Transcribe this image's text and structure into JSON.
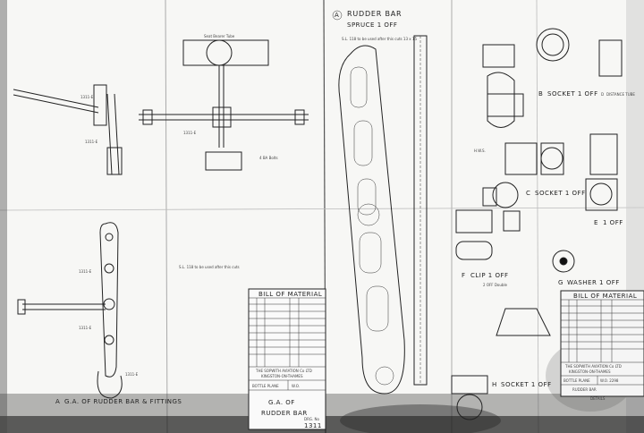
{
  "drawing": {
    "main_part": {
      "ref": "A",
      "name": "RUDDER BAR",
      "material": "SPRUCE 1 OFF",
      "note": "S.L. 118 to be used after this cuts 13 x 15"
    },
    "parts": [
      {
        "ref": "B",
        "label": "SOCKET 1 OFF"
      },
      {
        "ref": "C",
        "label": "SOCKET 1 OFF"
      },
      {
        "ref": "D",
        "label": "DISTANCE TUBE"
      },
      {
        "ref": "E",
        "label": "1 OFF"
      },
      {
        "ref": "F",
        "label": "CLIP 1 OFF"
      },
      {
        "ref": "G",
        "label": "WASHER 1 OFF"
      },
      {
        "ref": "H",
        "label": "SOCKET 1 OFF"
      }
    ],
    "left_labels": [
      "1311-E",
      "1311-E",
      "1311-E",
      "1311-E",
      "1311-E",
      "1311-E"
    ],
    "left_title": {
      "ref": "A",
      "label": "G.A. OF RUDDER BAR & FITTINGS"
    },
    "notes": [
      "Seat Bearer Tube",
      "4 BA Bolts",
      "S.L. 118 to be used after this cuts",
      "H.W.S.",
      "2 OFF Double"
    ]
  },
  "bom_left": {
    "title": "BILL OF MATERIAL",
    "company": "THE SOPWITH AVIATION Co LTD",
    "location": "KINGSTON-ON-THAMES",
    "plane": "BOTTLE PLANE",
    "wo": "W.O.",
    "drawing_title": "G.A. OF",
    "drawing_subject": "RUDDER BAR",
    "drawing_no_label": "DRG. No",
    "drawing_no": "1311"
  },
  "bom_right": {
    "title": "BILL OF MATERIAL",
    "company": "THE SOPWITH AVIATION Co LTD",
    "location": "KINGSTON-ON-THAMES",
    "plane": "BOTTLE PLANE",
    "wo": "W.O. 2298",
    "drawing_subject": "RUDDER BAR",
    "drawing_detail": "DETAILS"
  }
}
